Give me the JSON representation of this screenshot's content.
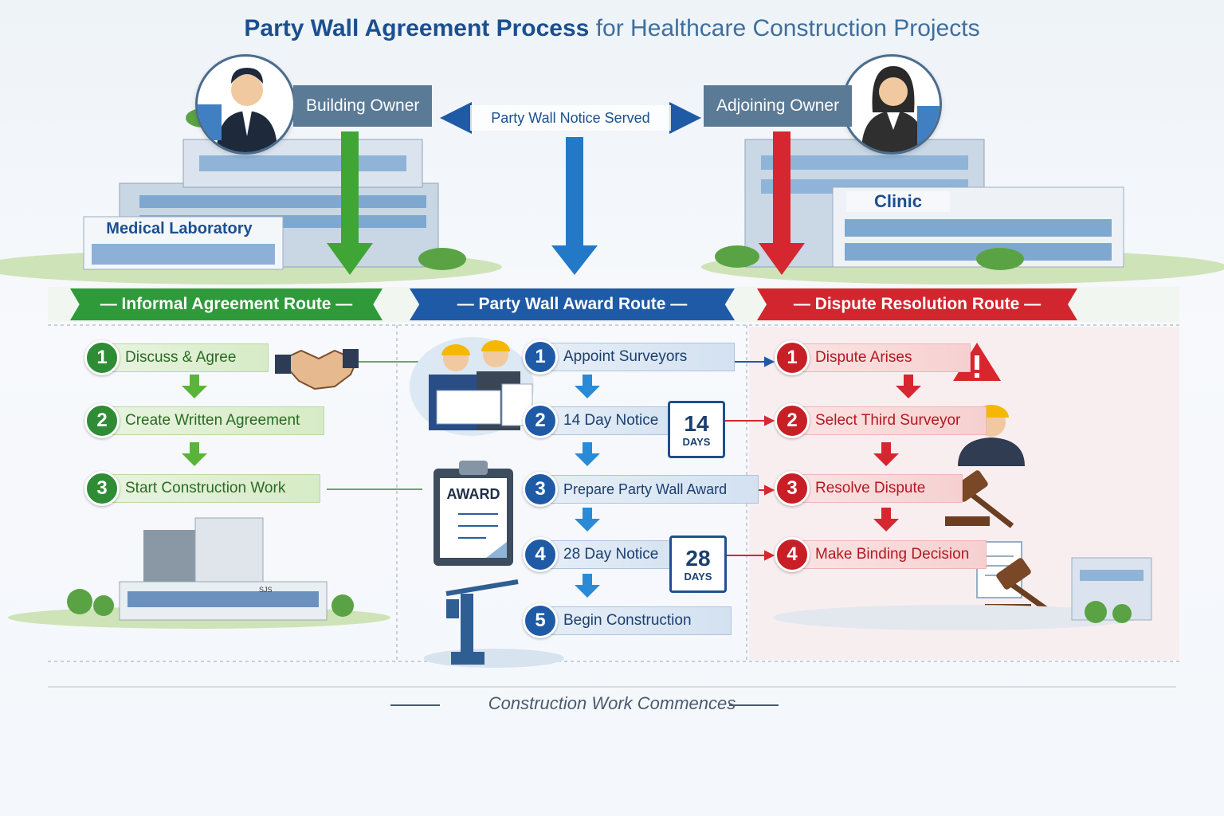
{
  "title": {
    "bold": "Party Wall Agreement Process",
    "rest": "for Healthcare Construction Projects"
  },
  "owners": {
    "left": "Building Owner",
    "right": "Adjoining Owner"
  },
  "notice": "Party Wall Notice Served",
  "buildings": {
    "left_sign": "Medical Laboratory",
    "right_sign": "Clinic",
    "small_sign": "SJS"
  },
  "routes": [
    {
      "name": "Informal Agreement Route",
      "color": "#2e9a3a",
      "steps": [
        "Discuss & Agree",
        "Create Written Agreement",
        "Start Construction Work"
      ]
    },
    {
      "name": "Party Wall Award Route",
      "color": "#1f5aa6",
      "steps": [
        "Appoint Surveyors",
        "14 Day Notice",
        "Prepare Party Wall Award",
        "28 Day Notice",
        "Begin Construction"
      ]
    },
    {
      "name": "Dispute Resolution Route",
      "color": "#d2262e",
      "steps": [
        "Dispute Arises",
        "Select Third Surveyor",
        "Resolve Dispute",
        "Make Binding Decision"
      ]
    }
  ],
  "step_numbers": [
    "1",
    "2",
    "3",
    "4",
    "5"
  ],
  "calendars": [
    {
      "num": "14",
      "unit": "DAYS"
    },
    {
      "num": "28",
      "unit": "DAYS"
    }
  ],
  "award_label": "AWARD",
  "footer": "Construction Work Commences",
  "colors": {
    "green": "#2e9a3a",
    "blue": "#1f5aa6",
    "red": "#d2262e",
    "title": "#1b4f8f"
  }
}
